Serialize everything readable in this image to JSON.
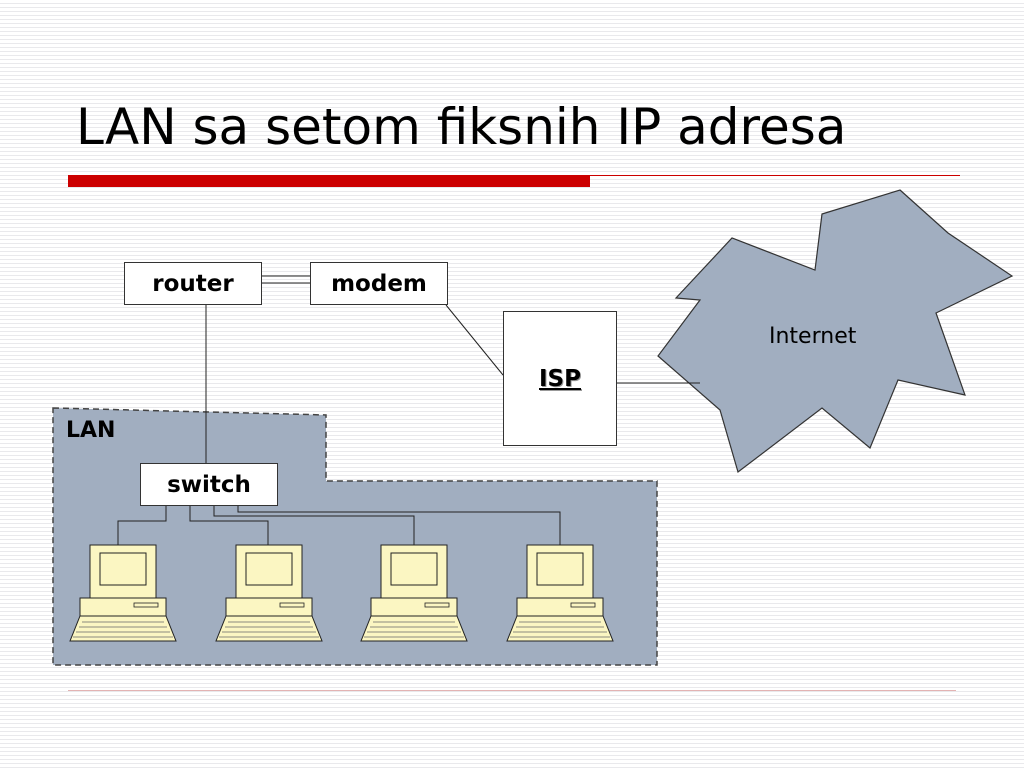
{
  "slide": {
    "title": "LAN sa setom fiksnih IP adresa"
  },
  "diagram": {
    "nodes": {
      "router": "router",
      "modem": "modem",
      "isp": "ISP",
      "switch": "switch"
    },
    "lan_label": "LAN",
    "cloud_label": "Internet",
    "computer_count": 4
  },
  "colors": {
    "accent_red": "#cc0000",
    "lan_fill": "#a1aec0",
    "cloud_fill": "#a1aec0",
    "monitor_fill": "#fbf6c2"
  }
}
